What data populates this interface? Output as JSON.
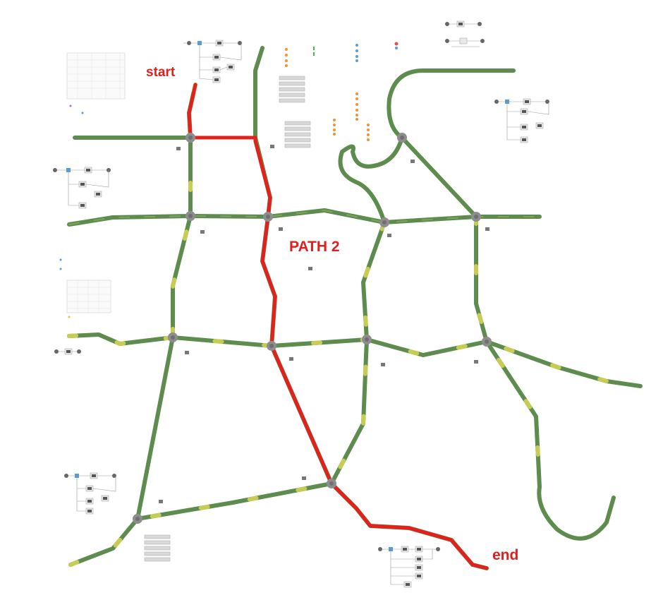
{
  "labels": {
    "start": "start",
    "end": "end",
    "path": "PATH 2"
  },
  "colors": {
    "road": "#5e8c4e",
    "road_highlight": "#c7cc52",
    "route": "#e3201c",
    "roundabout": "#8d8d8d"
  },
  "icons": {
    "roundabout": "roundabout-node-icon",
    "flowchart_node": "process-block-icon",
    "source": "source-circle-icon"
  }
}
